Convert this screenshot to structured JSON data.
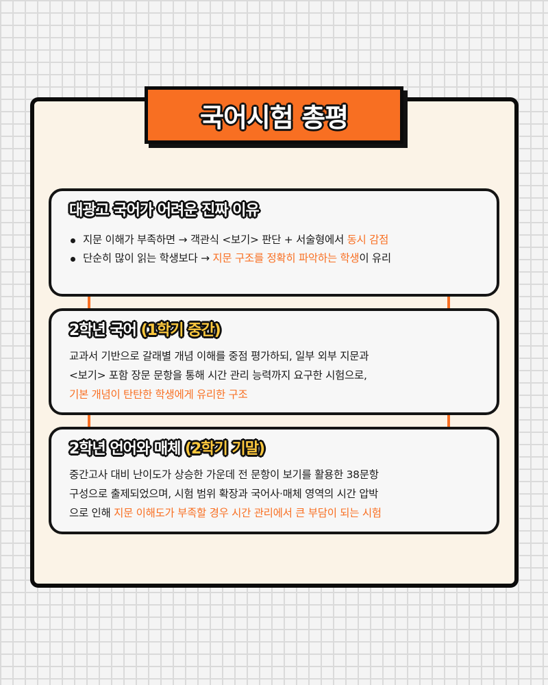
{
  "header": {
    "title": "국어시험 총평"
  },
  "colors": {
    "accent_orange": "#f86f22",
    "accent_yellow": "#ffc93e",
    "panel_bg": "#fbf3e7",
    "card_bg": "#f7f7f7",
    "border": "#0b0b0b"
  },
  "cards": [
    {
      "title": "대광고 국어가 어려운 진짜 이유",
      "bullets": [
        {
          "prefix": "지문 이해가 부족하면 → 객관식 <보기> 판단 + 서술형에서 ",
          "highlight": "동시 감점",
          "suffix": ""
        },
        {
          "prefix": "단순히 많이 읽는 학생보다 → ",
          "highlight": "지문 구조를 정확히 파악하는 학생",
          "suffix": "이 유리"
        }
      ]
    },
    {
      "title": "2학년 국어 ",
      "title_accent": "(1학기 중간)",
      "lines": [
        "교과서 기반으로 갈래별 개념 이해를 중점 평가하되, 일부 외부 지문과",
        "<보기> 포함 장문 문항을 통해 시간 관리 능력까지 요구한 시험으로,"
      ],
      "highlight_line": "기본 개념이 탄탄한 학생에게 유리한 구조"
    },
    {
      "title": "2학년 언어와 매체 ",
      "title_accent": "(2학기 기말)",
      "lines": [
        "중간고사 대비 난이도가 상승한 가운데 전 문항이 보기를 활용한 38문항",
        "구성으로 출제되었으며, 시험 범위 확장과 국어사·매체 영역의 시간 압박"
      ],
      "last_line_prefix": "으로 인해 ",
      "last_line_highlight": "지문 이해도가 부족할 경우 시간 관리에서 큰 부담이 되는 시험"
    }
  ]
}
